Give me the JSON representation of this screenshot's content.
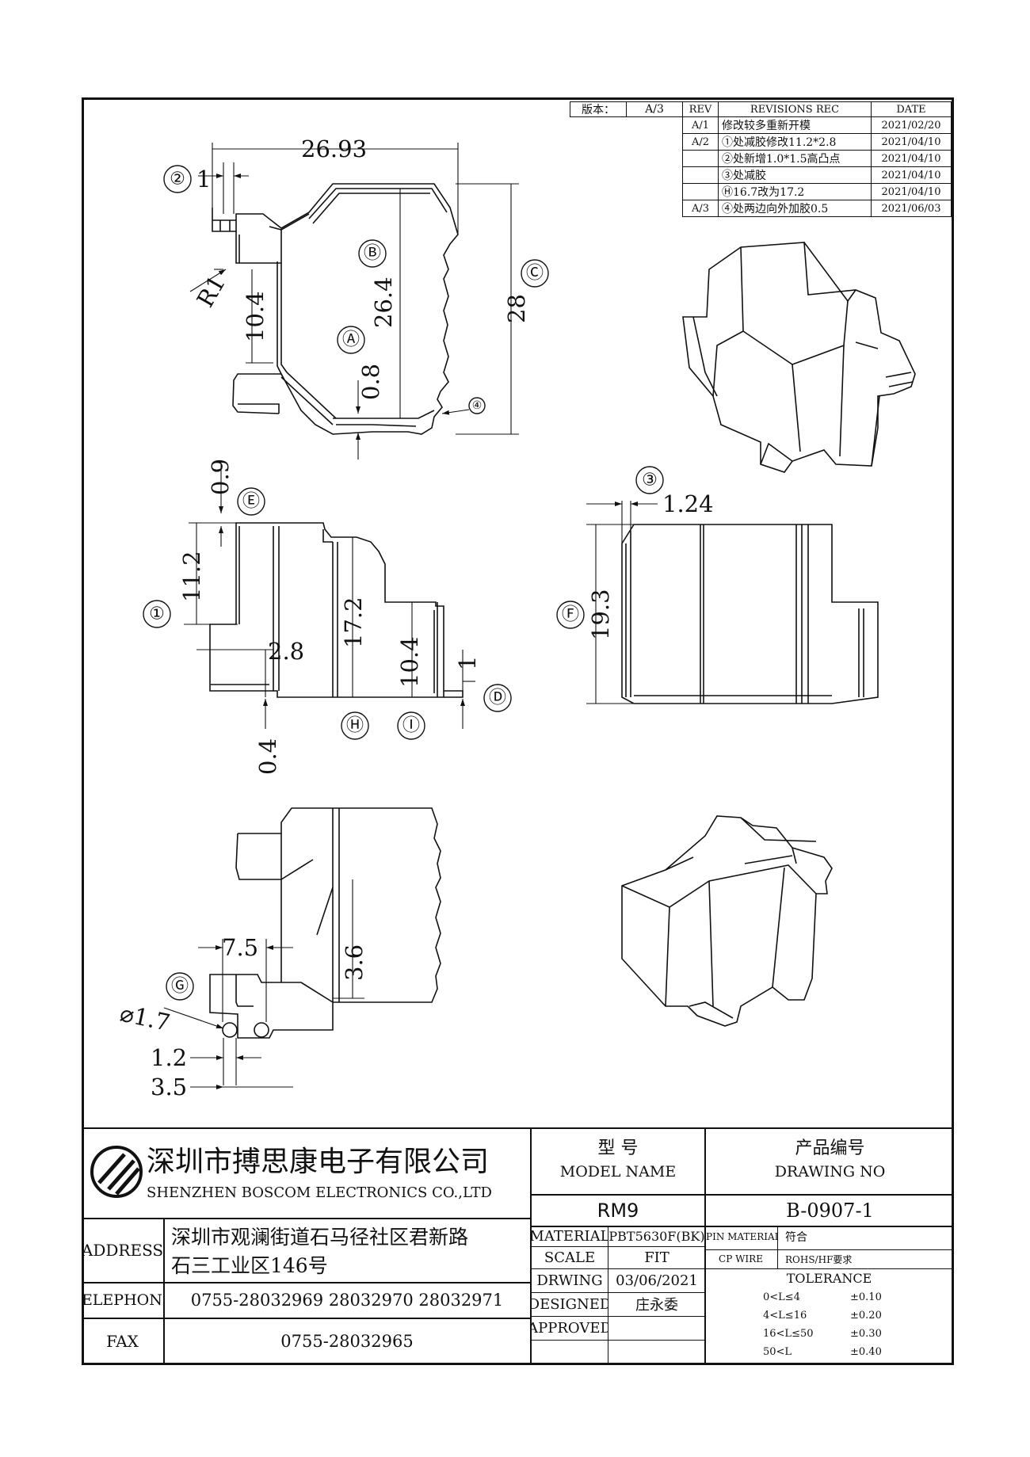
{
  "revision_table": {
    "version_label": "版本：",
    "version_value": "A/3",
    "headers": [
      "REV",
      "REVISIONS REC",
      "DATE"
    ],
    "rows": [
      {
        "rev": "A/1",
        "desc": "修改较多重新开模",
        "date": "2021/02/20"
      },
      {
        "rev": "A/2",
        "desc": "①处减胶修改11.2*2.8",
        "date": "2021/04/10"
      },
      {
        "rev": "",
        "desc": "②处新增1.0*1.5高凸点",
        "date": "2021/04/10"
      },
      {
        "rev": "",
        "desc": "③处减胶",
        "date": "2021/04/10"
      },
      {
        "rev": "",
        "desc": "Ⓗ16.7改为17.2",
        "date": "2021/04/10"
      },
      {
        "rev": "A/3",
        "desc": "④处两边向外加胶0.5",
        "date": "2021/06/03"
      }
    ]
  },
  "dimensions": {
    "top_view": {
      "width": "26.93",
      "gap": "1",
      "radius": "R1",
      "side": "10.4",
      "height_inner": "26.4",
      "height_outer": "28",
      "wall": "0.8",
      "callouts": [
        "②",
        "Ⓑ",
        "Ⓐ",
        "Ⓒ",
        "④"
      ]
    },
    "front_view": {
      "top_step": "0.9",
      "left_height": "11.2",
      "step": "2.8",
      "mid_height": "17.2",
      "right_height": "10.4",
      "pin": "1",
      "base": "0.4",
      "callouts": [
        "Ⓔ",
        "①",
        "Ⓗ",
        "Ⓘ",
        "Ⓓ"
      ]
    },
    "side_view": {
      "step": "1.24",
      "height": "19.3",
      "callouts": [
        "③",
        "Ⓕ"
      ]
    },
    "bottom_view": {
      "width": "7.5",
      "height": "3.6",
      "hole": "⌀1.7",
      "pitch": "1.2",
      "offset": "3.5",
      "callouts": [
        "Ⓖ"
      ]
    }
  },
  "title_block": {
    "company_cn": "深圳市搏思康电子有限公司",
    "company_en": "SHENZHEN BOSCOM ELECTRONICS CO.,LTD",
    "address_label": "ADDRESS",
    "address_line1": "深圳市观澜街道石马径社区君新路",
    "address_line2": "石三工业区146号",
    "telephone_label": "TELEPHONE",
    "telephone": "0755-28032969 28032970 28032971",
    "fax_label": "FAX",
    "fax": "0755-28032965",
    "model_name_cn": "型    号",
    "model_name_en": "MODEL NAME",
    "model_value": "RM9",
    "drawing_no_cn": "产品编号",
    "drawing_no_en": "DRAWING NO",
    "drawing_no_value": "B-0907-1",
    "material_label": "MATERIAL",
    "material_value": "PBT5630F(BK)",
    "pin_material_label": "PIN MATERIAL:",
    "pin_material_value": "符合",
    "cp_wire_label": "CP WIRE",
    "rohs_value": "ROHS/HF要求",
    "scale_label": "SCALE",
    "scale_value": "FIT",
    "tolerance_label": "TOLERANCE",
    "drawing_label": "DRWING",
    "drawing_date": "03/06/2021",
    "designed_label": "DESIGNED",
    "designed_value": "庄永委",
    "approved_label": "APPROVED",
    "approved_value": "",
    "tolerances": [
      {
        "range": "0<L≤4",
        "tol": "±0.10"
      },
      {
        "range": "4<L≤16",
        "tol": "±0.20"
      },
      {
        "range": "16<L≤50",
        "tol": "±0.30"
      },
      {
        "range": "50<L",
        "tol": "±0.40"
      }
    ]
  }
}
